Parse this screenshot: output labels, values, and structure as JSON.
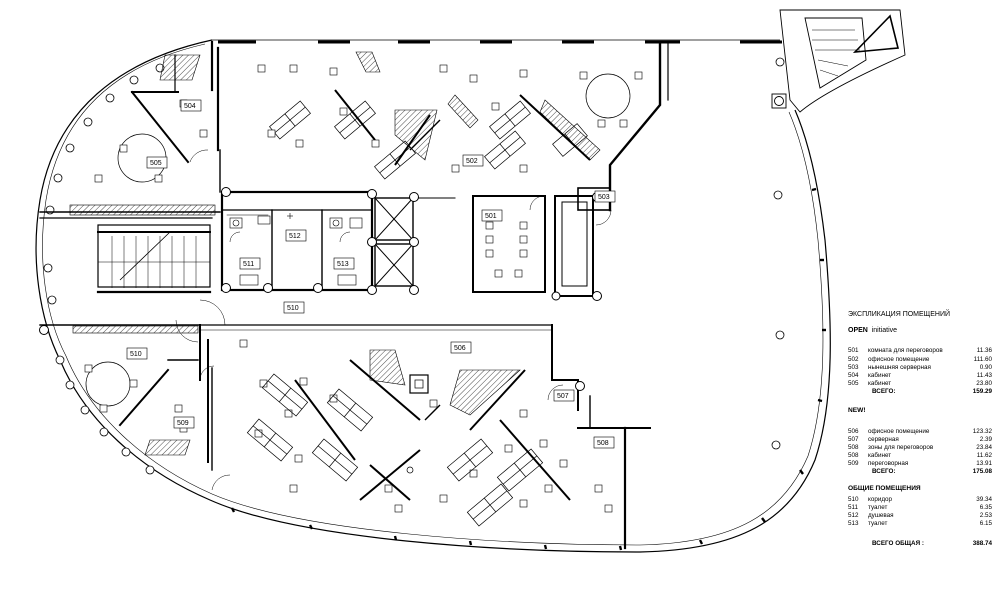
{
  "rooms": {
    "r501": "501",
    "r502": "502",
    "r503": "503",
    "r504": "504",
    "r505": "505",
    "r506": "506",
    "r507": "507",
    "r508": "508",
    "r509": "509",
    "r510a": "510",
    "r510b": "510",
    "r511": "511",
    "r512": "512",
    "r513": "513"
  },
  "legend": {
    "title": "ЭКСПЛИКАЦИЯ ПОМЕЩЕНИЙ",
    "open": {
      "heading": "OPEN",
      "subheading": "initiative",
      "items": [
        {
          "num": "501",
          "name": "комната для переговоров",
          "area": "11.36"
        },
        {
          "num": "502",
          "name": "офисное помещение",
          "area": "111.60"
        },
        {
          "num": "503",
          "name": "нынешняя серверная",
          "area": "0.90"
        },
        {
          "num": "504",
          "name": "кабинет",
          "area": "11.43"
        },
        {
          "num": "505",
          "name": "кабинет",
          "area": "23.80"
        }
      ],
      "total_label": "ВСЕГО:",
      "total": "159.29"
    },
    "new": {
      "heading": "NEW!",
      "items": [
        {
          "num": "506",
          "name": "офисное помещение",
          "area": "123.32"
        },
        {
          "num": "507",
          "name": "серверная",
          "area": "2.39"
        },
        {
          "num": "508",
          "name": "зоны для переговоров",
          "area": "23.84"
        },
        {
          "num": "508",
          "name": "кабинет",
          "area": "11.62"
        },
        {
          "num": "509",
          "name": "переговорная",
          "area": "13.91"
        }
      ],
      "total_label": "ВСЕГО:",
      "total": "175.08"
    },
    "common": {
      "heading": "ОБЩИЕ ПОМЕЩЕНИЯ",
      "items": [
        {
          "num": "510",
          "name": "коридор",
          "area": "39.34"
        },
        {
          "num": "511",
          "name": "туалет",
          "area": "6.35"
        },
        {
          "num": "512",
          "name": "душевая",
          "area": "2.53"
        },
        {
          "num": "513",
          "name": "туалет",
          "area": "6.15"
        }
      ]
    },
    "grand_label": "ВСЕГО ОБЩАЯ :",
    "grand_total": "388.74"
  }
}
